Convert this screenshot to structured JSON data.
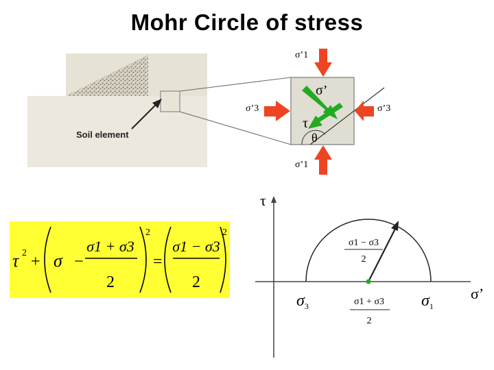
{
  "title": "Mohr Circle of stress",
  "soil_label": "Soil element",
  "element_labels": {
    "sigma1_top": "σ’1",
    "sigma1_bottom": "σ’1",
    "sigma3_left": "σ’3",
    "sigma3_right": "σ’3",
    "sigma_normal": "σ’",
    "tau": "τ",
    "theta": "θ"
  },
  "axes": {
    "y_label": "τ",
    "x_label": "σ’"
  },
  "mohr_labels": {
    "sigma3": "σ",
    "sigma3_sub": "3",
    "sigma1": "σ",
    "sigma1_sub": "1",
    "center_numerator": "σ1 + σ3",
    "center_denominator": "2",
    "radius_numerator": "σ1 − σ3",
    "radius_denominator": "2"
  },
  "equation": {
    "tau": "τ",
    "power": "2",
    "sigma": "σ",
    "minus": "−",
    "plus": "+",
    "equals": "=",
    "numerator_left": "σ1 + σ3",
    "numerator_right": "σ1 − σ3",
    "denominator": "2"
  },
  "colors": {
    "arrow_red": "#ee4422",
    "arrow_green": "#22aa22",
    "equation_bg": "#ffff33",
    "element_bg": "#e0ddd2"
  }
}
